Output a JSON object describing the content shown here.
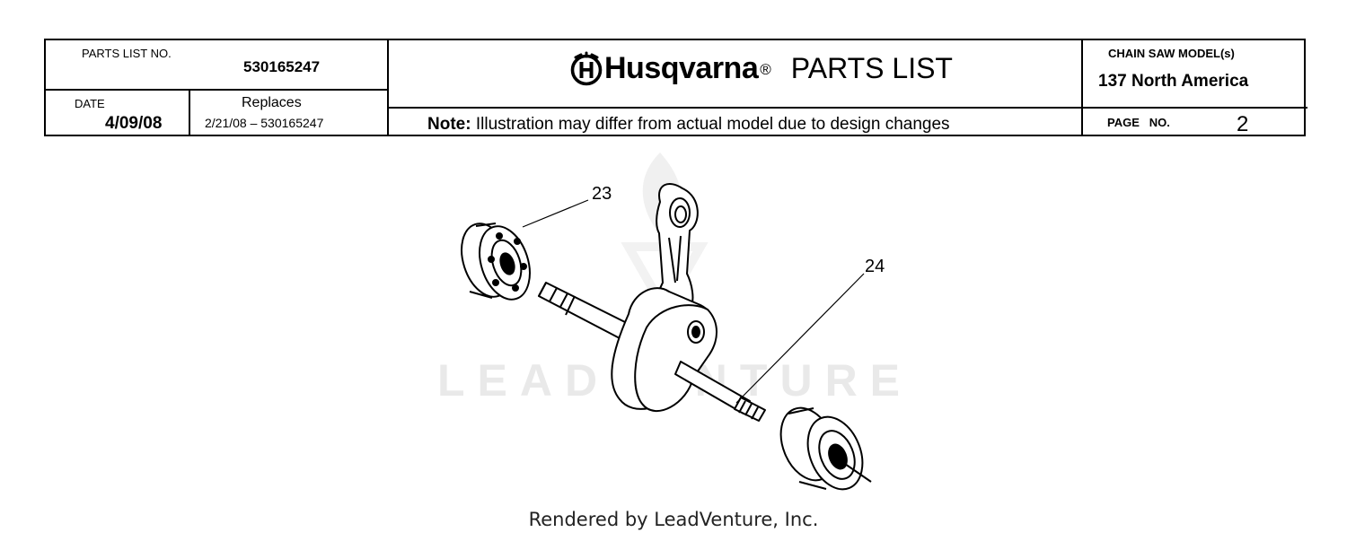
{
  "header": {
    "parts_list_no_label": "PARTS LIST NO.",
    "parts_list_no": "530165247",
    "date_label": "DATE",
    "date": "4/09/08",
    "replaces_label": "Replaces",
    "replaces": "2/21/08 – 530165247",
    "brand": "Husqvarna",
    "registered_mark": "®",
    "title": "PARTS LIST",
    "note_label": "Note:",
    "note": "Illustration may differ from actual model due to design changes",
    "model_label": "CHAIN SAW MODEL(s)",
    "model": "137 North America",
    "page_label": "PAGE   NO.",
    "page_no": "2"
  },
  "callouts": [
    "23",
    "24"
  ],
  "watermark": "LEADVENTURE",
  "footer": "Rendered by LeadVenture, Inc."
}
